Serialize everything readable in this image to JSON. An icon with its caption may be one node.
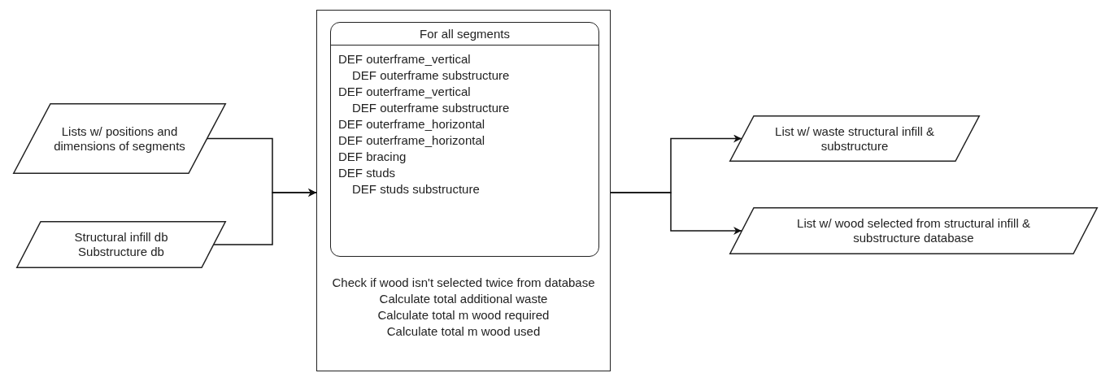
{
  "diagram": {
    "nodes": [
      {
        "text": [
          "Lists w/ positions and dimensions of segments"
        ]
      },
      {
        "text": [
          "Structural infill db Substructure db"
        ]
      },
      {
        "text": [
          "Check if wood isn't selected twice from database",
          "Calculate total additional waste",
          "Calculate total m wood required",
          "Calculate total m wood used"
        ]
      },
      {
        "text": [
          "For all segments",
          "DEF outerframe_vertical",
          "DEF outerframe substructure",
          "DEF outerframe_vertical",
          "DEF outerframe substructure",
          "DEF outerframe_horizontal",
          "DEF outerframe_horizontal",
          "DEF bracing",
          "DEF studs",
          "DEF studs substructure"
        ],
        "in": 2
      },
      {
        "text": [
          "List w/ waste structural infill & substructure"
        ]
      },
      {
        "text": [
          "List w/ wood selected from structural infill & substructure database"
        ]
      }
    ],
    "edges": [
      {
        "from": 0,
        "to": 2,
        "arrow": "to"
      },
      {
        "from": 1,
        "to": 2,
        "arrow": "to"
      },
      {
        "from": 2,
        "to": 4,
        "arrow": "to"
      },
      {
        "from": 2,
        "to": 5,
        "arrow": "to"
      }
    ]
  }
}
